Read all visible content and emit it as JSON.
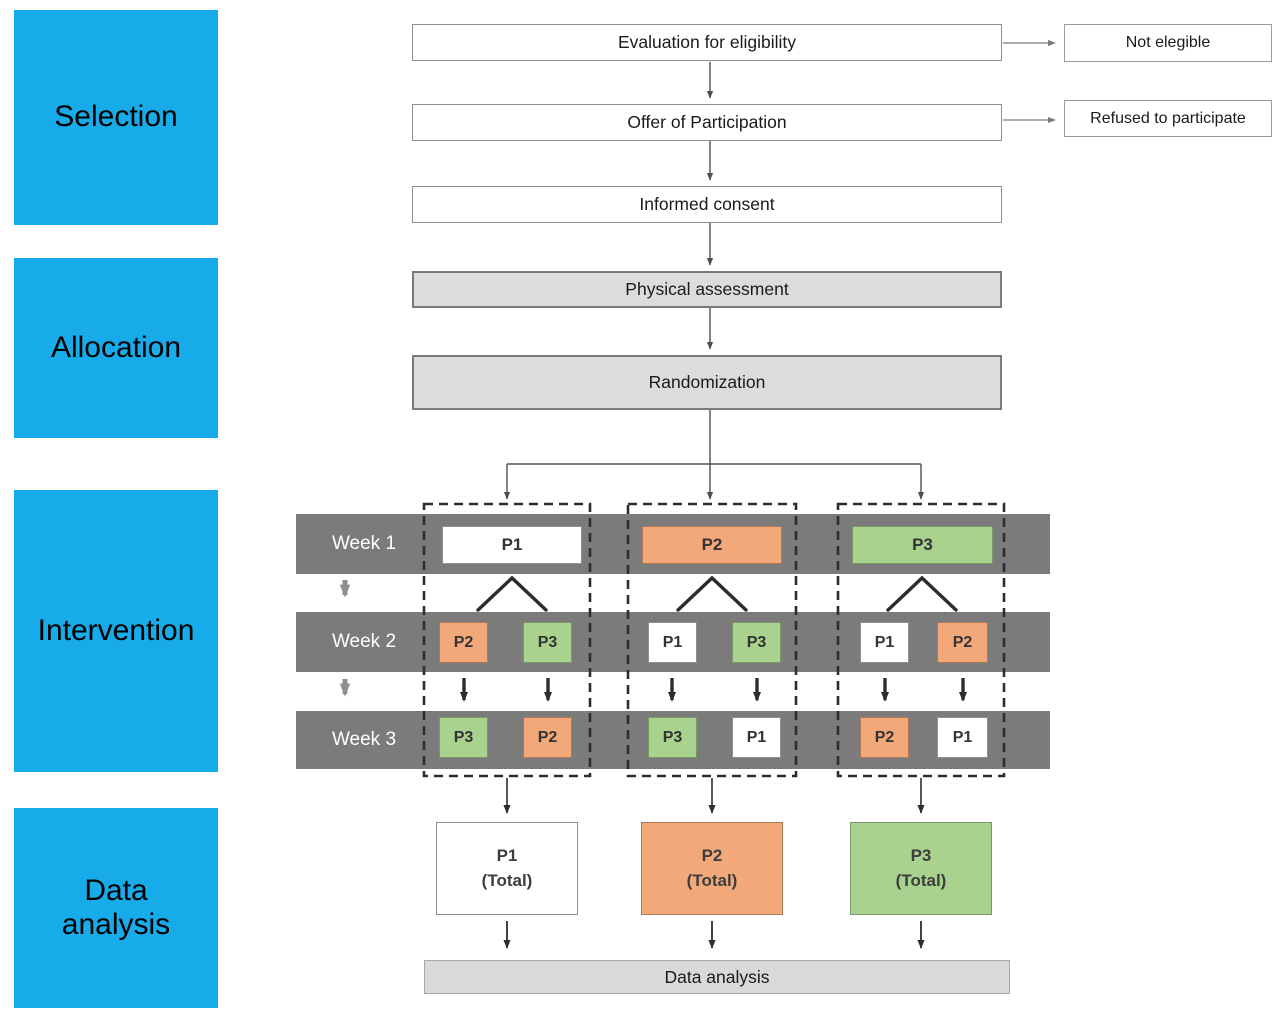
{
  "palette": {
    "blue": "#17ABE9",
    "orange": "#F2A878",
    "green": "#A9D28F",
    "white": "#FFFFFF",
    "band_gray": "#7B7B7B",
    "box_gray": "#DCDCDC"
  },
  "p_colors": {
    "P1": "white",
    "P2": "orange",
    "P3": "green"
  },
  "sidebar": {
    "items": [
      {
        "label": "Selection"
      },
      {
        "label": "Allocation"
      },
      {
        "label": "Intervention"
      },
      {
        "label": "Data analysis"
      }
    ]
  },
  "flow": {
    "evaluation": "Evaluation for eligibility",
    "offer": "Offer of Participation",
    "consent": "Informed consent",
    "physical": "Physical assessment",
    "randomization": "Randomization"
  },
  "exits": {
    "not_eligible": "Not elegible",
    "refused": "Refused to participate"
  },
  "intervention": {
    "weeks": [
      "Week 1",
      "Week 2",
      "Week 3"
    ],
    "columns": [
      {
        "week1": "P1",
        "week2": [
          "P2",
          "P3"
        ],
        "week3": [
          "P3",
          "P2"
        ],
        "total_line1": "P1",
        "total_line2": "(Total)"
      },
      {
        "week1": "P2",
        "week2": [
          "P1",
          "P3"
        ],
        "week3": [
          "P3",
          "P1"
        ],
        "total_line1": "P2",
        "total_line2": "(Total)"
      },
      {
        "week1": "P3",
        "week2": [
          "P1",
          "P2"
        ],
        "week3": [
          "P2",
          "P1"
        ],
        "total_line1": "P3",
        "total_line2": "(Total)"
      }
    ]
  },
  "footer": {
    "data_analysis": "Data analysis"
  }
}
